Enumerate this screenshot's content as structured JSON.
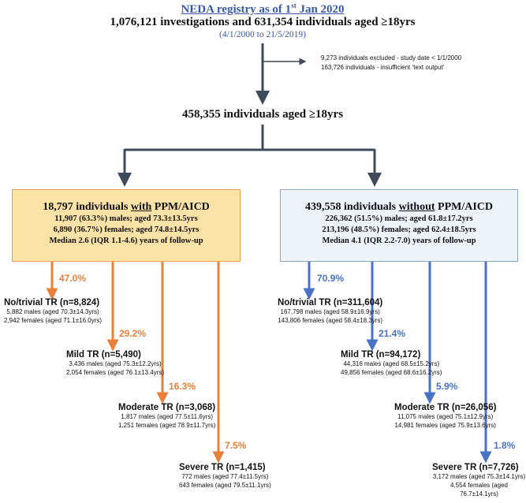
{
  "header": {
    "title": "NEDA registry as of 1st Jan 2020",
    "title_main": "NEDA registry as of 1",
    "title_sup": "st",
    "title_end": " Jan 2020",
    "summary": "1,076,121 investigations and 631,354 individuals aged ≥18yrs",
    "date_range": "(4/1/2000 to 21/5/2019)"
  },
  "exclusions": [
    "9,273 individuals excluded - study date < 1/1/2000",
    "163,726 individuals - insufficient ‘text output’"
  ],
  "cohort": "458,355 individuals aged ≥18yrs",
  "colors": {
    "arrow_main": "#3d4a5c",
    "with_group": "#e8803a",
    "without_group": "#4a72c4",
    "with_box_fill": "#fbe3a8",
    "without_box_fill": "#eef3fa"
  },
  "with_ppm": {
    "count": "18,797 individuals ",
    "emph": "with",
    "device": " PPM/AICD",
    "lines": [
      "11,907 (63.3%) males; aged 73.3±13.5yrs",
      "6,890 (36.7%) females; aged 74.8±14.5yrs",
      "Median 2.6 (IQR 1.1-4.6) years of follow-up"
    ],
    "outcomes": [
      {
        "pct": "47.0%",
        "title": "No/trivial TR (n=8,824)",
        "males": "5,882 males (aged 70.3±14.3yrs)",
        "females": "2,942 females (aged 71.1±16.0yrs)"
      },
      {
        "pct": "29.2%",
        "title": "Mild TR (n=5,490)",
        "males": "3,436 males (aged 75.3±12.2yrs)",
        "females": "2,054 females (aged 76.1±13.4yrs)"
      },
      {
        "pct": "16.3%",
        "title": "Moderate TR (n=3,068)",
        "males": "1,817 males (aged 77.5±11.6yrs)",
        "females": "1,251 females (aged 78.9±11.7yrs)"
      },
      {
        "pct": "7.5%",
        "title": "Severe TR (n=1,415)",
        "males": "772 males (aged 77.4±11.5yrs)",
        "females": "643 females (aged 79.5±11.1yrs)"
      }
    ]
  },
  "without_ppm": {
    "count": "439,558 individuals ",
    "emph": "without",
    "device": " PPM/AICD",
    "lines": [
      "226,362 (51.5%) males; aged 61.8±17.2yrs",
      "213,196 (48.5%) females; aged 62.4±18.5yrs",
      "Median 4.1 (IQR 2.2-7.0) years of follow-up"
    ],
    "outcomes": [
      {
        "pct": "70.9%",
        "title": "No/trivial TR (n=311,604)",
        "males": "167,798 males (aged 58.9±16.9yrs)",
        "females": "143,806 females (aged 58.4±18.3yrs)"
      },
      {
        "pct": "21.4%",
        "title": "Mild TR (n=94,172)",
        "males": "44,316 males (aged 68.5±15.2yrs)",
        "females": "49,856 females (aged 68.6±16.2yrs)"
      },
      {
        "pct": "5.9%",
        "title": "Moderate TR (n=26,056)",
        "males": "11,075 males (aged 75.1±12.9yrs)",
        "females": "14,981 females (aged 75.9±13.6yrs)"
      },
      {
        "pct": "1.8%",
        "title": "Severe TR (n=7,726)",
        "males": "3,172 males (aged 75.3±14.1yrs)",
        "females": "4,554 females (aged 76.7±14.1yrs)"
      }
    ]
  }
}
